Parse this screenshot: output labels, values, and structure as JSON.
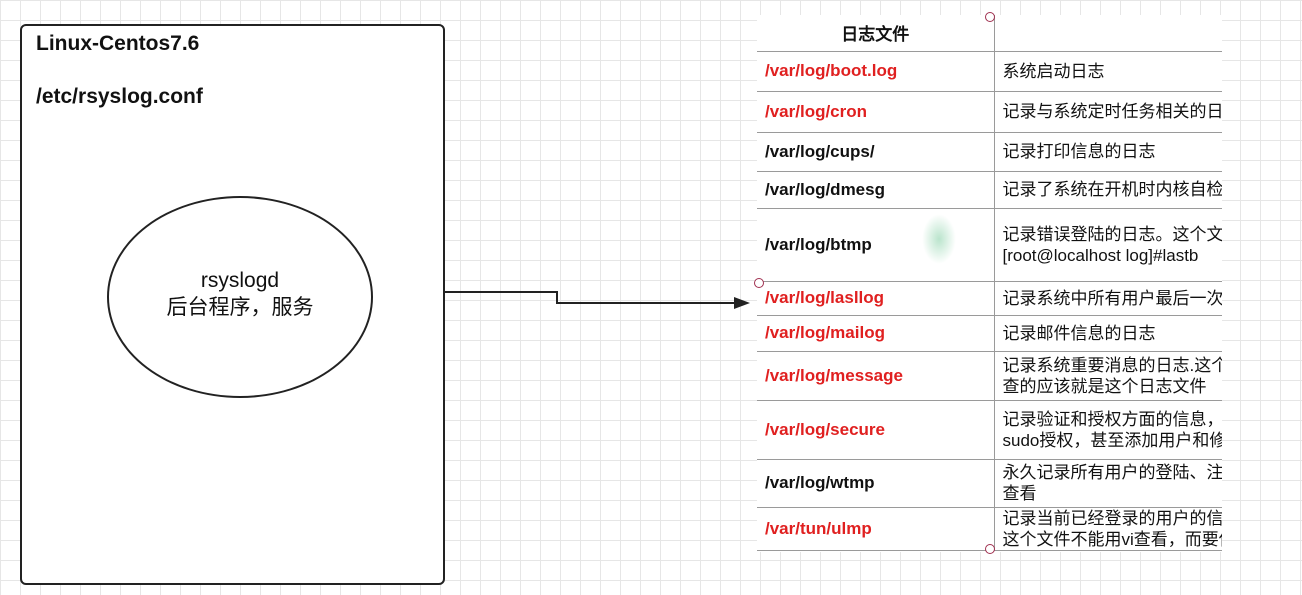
{
  "container": {
    "title": "Linux-Centos7.6",
    "config_path": "/etc/rsyslog.conf"
  },
  "daemon": {
    "name": "rsyslogd",
    "description": "后台程序，服务"
  },
  "table": {
    "header": [
      "日志文件",
      ""
    ],
    "rows": [
      {
        "path": "/var/log/boot.log",
        "red": true,
        "desc": "系统启动日志"
      },
      {
        "path": "/var/log/cron",
        "red": true,
        "desc": "记录与系统定时任务相关的日志"
      },
      {
        "path": "/var/log/cups/",
        "red": false,
        "desc": "记录打印信息的日志"
      },
      {
        "path": "/var/log/dmesg",
        "red": false,
        "desc": "记录了系统在开机时内核自检的"
      },
      {
        "path": "/var/log/btmp",
        "red": false,
        "desc": "记录错误登陆的日志。这个文件\n[root@localhost log]#lastb"
      },
      {
        "path": "/var/log/lasllog",
        "red": true,
        "desc": "记录系统中所有用户最后一次登"
      },
      {
        "path": "/var/log/mailog",
        "red": true,
        "desc": "记录邮件信息的日志"
      },
      {
        "path": "/var/log/message",
        "red": true,
        "desc": "记录系统重要消息的日志.这个\n查的应该就是这个日志文件"
      },
      {
        "path": "/var/log/secure",
        "red": true,
        "desc": "记录验证和授权方面的信息，\nsudo授权，甚至添加用户和修"
      },
      {
        "path": "/var/log/wtmp",
        "red": false,
        "desc": "永久记录所有用户的登陆、注销\n查看"
      },
      {
        "path": "/var/tun/ulmp",
        "red": true,
        "desc": "记录当前已经登录的用户的信息\n这个文件不能用vi查看，而要使"
      }
    ]
  },
  "colors": {
    "highlight_path": "#e02020",
    "border": "#222222",
    "grid": "#e6e6e6"
  }
}
